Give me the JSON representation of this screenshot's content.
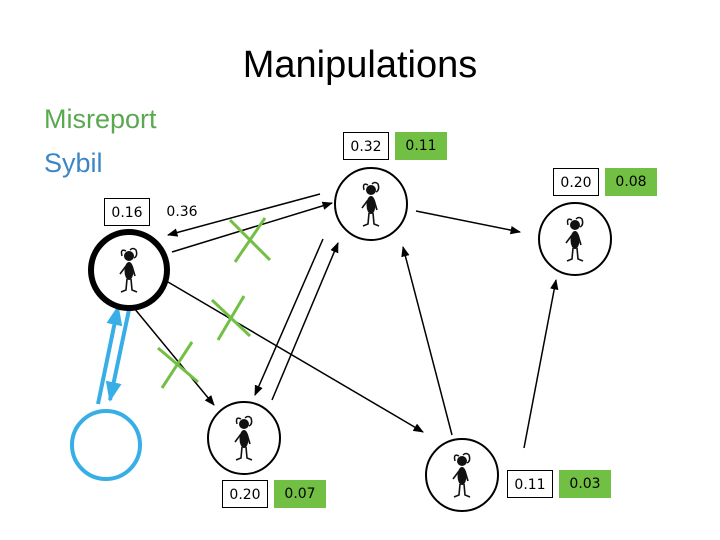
{
  "title": "Manipulations",
  "legend": {
    "misreport": "Misreport",
    "sybil": "Sybil"
  },
  "colors": {
    "misreport": "#72c043",
    "sybil": "#38aee6",
    "value_box_green": "#72c043"
  },
  "nodes": [
    {
      "id": "top-center",
      "icon": "person-figure-icon",
      "values": [
        "0.32",
        "0.11"
      ]
    },
    {
      "id": "top-right",
      "icon": "person-figure-icon",
      "values": [
        "0.20",
        "0.08"
      ]
    },
    {
      "id": "left",
      "icon": "person-figure-icon",
      "values": [
        "0.16",
        "0.36"
      ]
    },
    {
      "id": "bottom-center",
      "icon": "person-figure-icon",
      "values": [
        "0.20",
        "0.07"
      ]
    },
    {
      "id": "bottom-right",
      "icon": "person-figure-icon",
      "values": [
        "0.11",
        "0.03"
      ]
    },
    {
      "id": "sybil-node",
      "icon": "empty-circle"
    }
  ]
}
